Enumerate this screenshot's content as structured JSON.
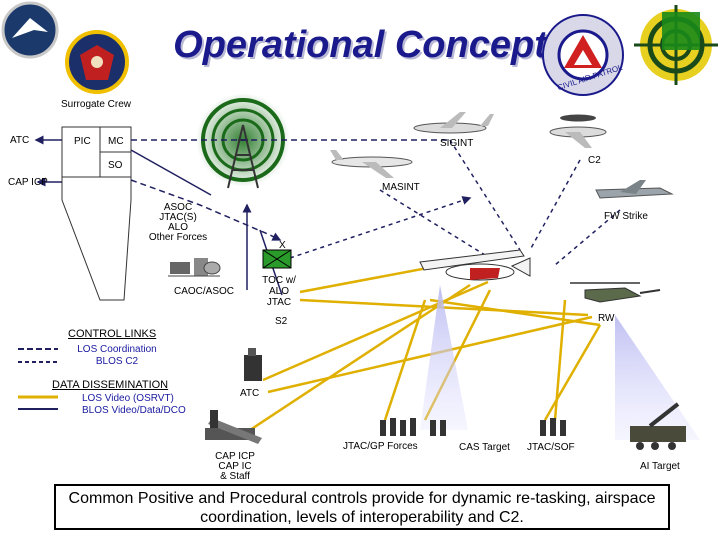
{
  "title": "Operational Concept",
  "crew": {
    "heading": "Surrogate Crew",
    "pic": "PIC",
    "mc": "MC",
    "so": "SO"
  },
  "labels": {
    "atc_left": "ATC",
    "cap_icp_left": "CAP ICP",
    "sigint": "SIGINT",
    "c2": "C2",
    "masint": "MASINT",
    "asoc_block": [
      "ASOC",
      "JTAC(S)",
      "ALO",
      "Other Forces"
    ],
    "fw_strike": "FW Strike",
    "x": "X",
    "caoc_asoc": "CAOC/ASOC",
    "toc_block": [
      "TOC w/",
      "ALO",
      "JTAC"
    ],
    "s2": "S2",
    "rw": "RW",
    "atc_mid": "ATC",
    "cap_icp_bottom": [
      "CAP ICP",
      "CAP IC",
      "& Staff"
    ],
    "jtac_gp": "JTAC/GP Forces",
    "cas_target": "CAS Target",
    "jtac_sof": "JTAC/SOF",
    "ai_target": "AI Target"
  },
  "legend": {
    "control_links": "CONTROL LINKS",
    "los_coord": "LOS Coordination",
    "blos_c2": "BLOS C2",
    "data_dissemination": "DATA DISSEMINATION",
    "los_video": "LOS Video (OSRVT)",
    "blos_video": "BLOS  Video/Data/DCO"
  },
  "logos": {
    "cap_ring": "CIVIL AIR PATROL"
  },
  "footer": "Common Positive and Procedural controls provide for dynamic re-tasking, airspace coordination, levels of interoperability and C2.",
  "colors": {
    "title": "#1a1a8c",
    "data_link": "#e0b000",
    "control_link": "#202060",
    "legend_text": "#1a1aa0"
  }
}
